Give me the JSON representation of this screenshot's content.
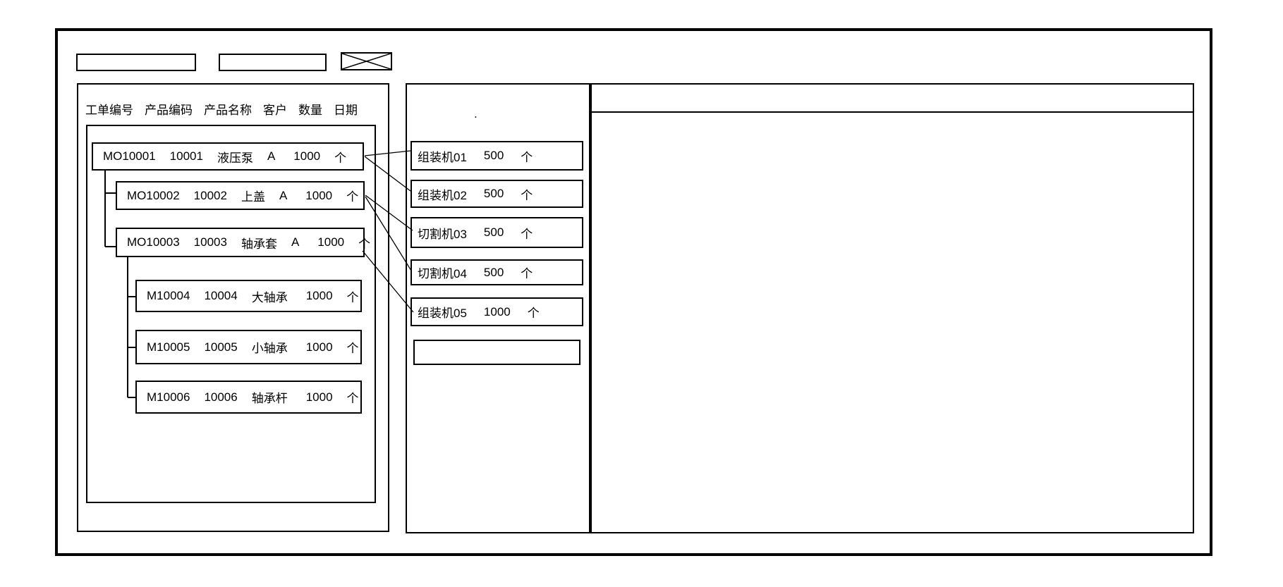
{
  "colors": {
    "background": "#ffffff",
    "line": "#000000"
  },
  "top_bar": {
    "input1_value": "",
    "input2_value": ""
  },
  "left_panel": {
    "headers": [
      "工单编号",
      "产品编码",
      "产品名称",
      "客户",
      "数量",
      "日期"
    ],
    "rows": [
      {
        "order_no": "MO10001",
        "product_code": "10001",
        "product_name": "液压泵",
        "customer": "A",
        "qty": "1000",
        "unit": "个",
        "level": 0
      },
      {
        "order_no": "MO10002",
        "product_code": "10002",
        "product_name": "上盖",
        "customer": "A",
        "qty": "1000",
        "unit": "个",
        "level": 1
      },
      {
        "order_no": "MO10003",
        "product_code": "10003",
        "product_name": "轴承套",
        "customer": "A",
        "qty": "1000",
        "unit": "个",
        "level": 1
      },
      {
        "order_no": "M10004",
        "product_code": "10004",
        "product_name": "大轴承",
        "customer": "",
        "qty": "1000",
        "unit": "个",
        "level": 2
      },
      {
        "order_no": "M10005",
        "product_code": "10005",
        "product_name": "小轴承",
        "customer": "",
        "qty": "1000",
        "unit": "个",
        "level": 2
      },
      {
        "order_no": "M10006",
        "product_code": "10006",
        "product_name": "轴承杆",
        "customer": "",
        "qty": "1000",
        "unit": "个",
        "level": 2
      }
    ]
  },
  "middle_panel": {
    "dot": ".",
    "machines": [
      {
        "name": "组装机01",
        "qty": "500",
        "unit": "个"
      },
      {
        "name": "组装机02",
        "qty": "500",
        "unit": "个"
      },
      {
        "name": "切割机03",
        "qty": "500",
        "unit": "个"
      },
      {
        "name": "切割机04",
        "qty": "500",
        "unit": "个"
      },
      {
        "name": "组装机05",
        "qty": "1000",
        "unit": "个"
      }
    ]
  },
  "right_panel": {}
}
